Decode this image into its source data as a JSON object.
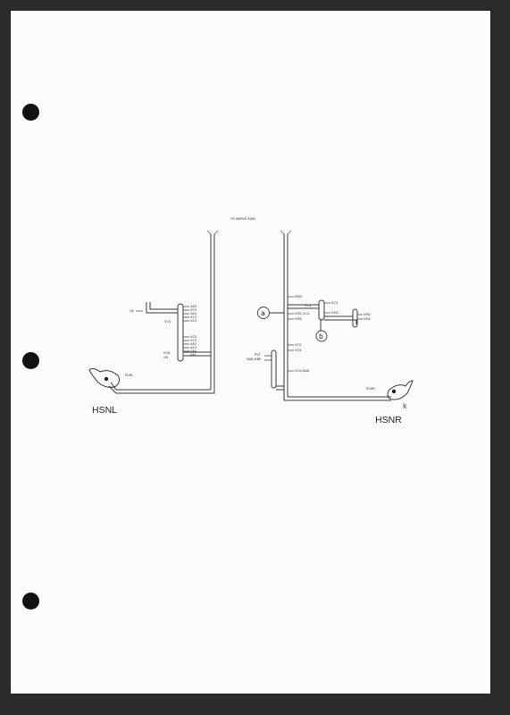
{
  "header": {
    "title": "TO NERVE RING"
  },
  "left": {
    "name": "HSNL",
    "cell": "PLML",
    "top_input": "VA",
    "vc5_label": "VC5",
    "vc6_label": "VC6",
    "vb_label": "VB",
    "outputs": [
      "VA3",
      "VC5",
      "VA4",
      "VC5",
      "VC5",
      "VC5",
      "VC5",
      "VA2",
      "VA3",
      "VA4",
      "VA1"
    ]
  },
  "right": {
    "name": "HSNR",
    "cell": "PLMR",
    "letter_k": "k",
    "vm3": "VM3",
    "vc3_top": "VC3",
    "vm2": "VM2",
    "vc3_mid": "VC3",
    "vm2_vc4": "VM2,VC4",
    "vm2_b": "VM2",
    "vc2": "VC2",
    "vc4": "VC4",
    "pvt": "PVT",
    "dar_dbs": "DAR,DBS",
    "vc5_dab": "VC5,DAB",
    "right_out": [
      "VM2",
      "VM2"
    ]
  },
  "markers": {
    "a": "a",
    "b": "b"
  }
}
